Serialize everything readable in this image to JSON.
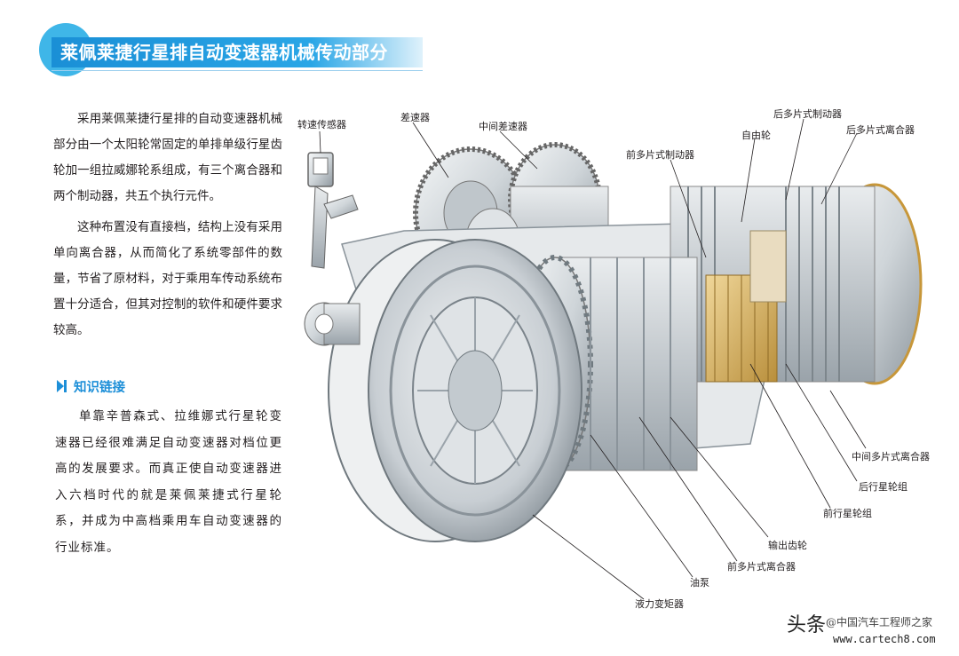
{
  "header": {
    "title": "莱佩莱捷行星排自动变速器机械传动部分"
  },
  "intro": {
    "paragraphs": [
      "采用莱佩莱捷行星排的自动变速器机械部分由一个太阳轮常固定的单排单级行星齿轮加一组拉威娜轮系组成，有三个离合器和两个制动器，共五个执行元件。",
      "这种布置没有直接档，结构上没有采用单向离合器，从而简化了系统零部件的数量，节省了原材料，对于乘用车传动系统布置十分适合，但其对控制的软件和硬件要求较高。"
    ]
  },
  "knowledge": {
    "heading": "知识链接",
    "body": "单靠辛普森式、拉维娜式行星轮变速器已经很难满足自动变速器对档位更高的发展要求。而真正使自动变速器进入六档时代的就是莱佩莱捷式行星轮系，并成为中高档乘用车自动变速器的行业标准。"
  },
  "diagram": {
    "labels": {
      "speed_sensor": "转速传感器",
      "differential": "差速器",
      "intermediate_differential": "中间差速器",
      "front_multi_plate_brake": "前多片式制动器",
      "freewheel": "自由轮",
      "rear_multi_plate_brake": "后多片式制动器",
      "rear_multi_plate_clutch": "后多片式离合器",
      "middle_multi_plate_clutch": "中间多片式离合器",
      "rear_planetary_set": "后行星轮组",
      "front_planetary_set": "前行星轮组",
      "output_gear": "输出齿轮",
      "front_multi_plate_clutch": "前多片式离合器",
      "oil_pump": "油泵",
      "torque_converter": "液力变矩器"
    }
  },
  "watermark": {
    "platform": "头条",
    "brand": "@中国汽车工程师之家",
    "url": "www.cartech8.com"
  },
  "colors": {
    "title_blue": "#1a8fd6",
    "title_circle": "#3fb6e8",
    "accent": "#1d8fd8",
    "metal_light": "#dfe3e6",
    "metal_dark": "#8a939a",
    "gear_gold": "#d7b46a"
  }
}
